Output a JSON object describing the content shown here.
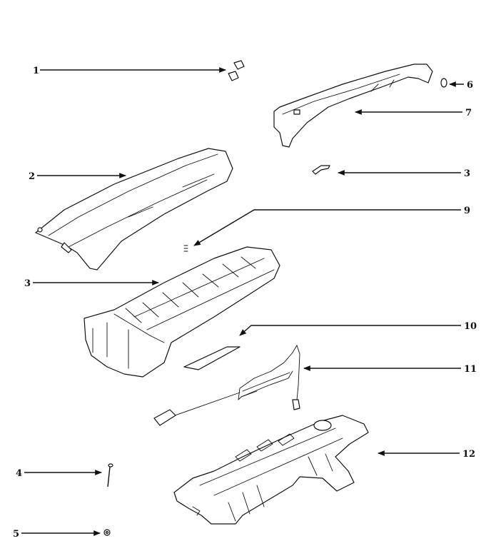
{
  "callouts": [
    {
      "id": "c1",
      "text": "1"
    },
    {
      "id": "c2",
      "text": "2"
    },
    {
      "id": "c3a",
      "text": "3"
    },
    {
      "id": "c3b",
      "text": "3"
    },
    {
      "id": "c4",
      "text": "4"
    },
    {
      "id": "c5",
      "text": "5"
    },
    {
      "id": "c6",
      "text": "6"
    },
    {
      "id": "c7",
      "text": "7"
    },
    {
      "id": "c9",
      "text": "9"
    },
    {
      "id": "c10",
      "text": "10"
    },
    {
      "id": "c11",
      "text": "11"
    },
    {
      "id": "c12",
      "text": "12"
    }
  ]
}
